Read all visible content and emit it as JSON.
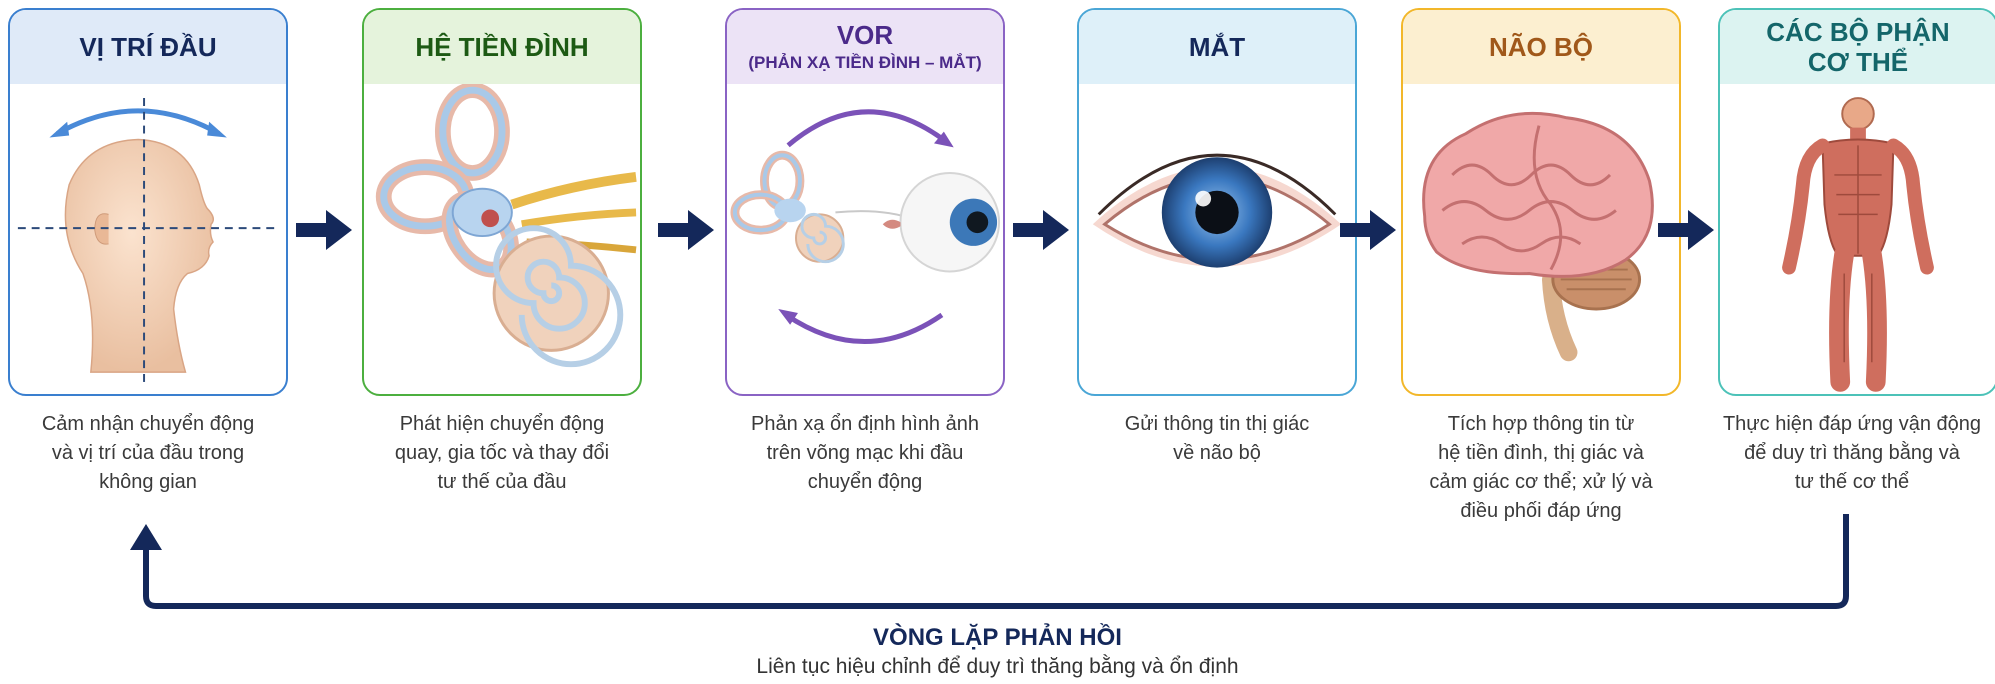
{
  "stages": [
    {
      "title": "VỊ TRÍ ĐẦU",
      "subtitle": "",
      "lines": [
        "Cảm nhận chuyển động",
        "và vị trí của đầu trong",
        "không gian"
      ],
      "image_icon": "head-profile-icon",
      "color": "#3a7fcf",
      "head_bg": "#dfeaf8",
      "title_color": "#14285a"
    },
    {
      "title": "HỆ TIỀN ĐÌNH",
      "subtitle": "",
      "lines": [
        "Phát hiện chuyển động",
        "quay, gia tốc và thay đổi",
        "tư thế của đầu"
      ],
      "image_icon": "vestibular-system-icon",
      "color": "#4caf3f",
      "head_bg": "#e5f3dc",
      "title_color": "#1d5a14"
    },
    {
      "title": "VOR",
      "subtitle": "(PHẢN XẠ TIỀN ĐÌNH – MẮT)",
      "lines": [
        "Phản xạ ổn định hình ảnh",
        "trên võng mạc khi đầu",
        "chuyển động"
      ],
      "image_icon": "vor-reflex-icon",
      "color": "#8a63c4",
      "head_bg": "#ece3f6",
      "title_color": "#4b2a8a"
    },
    {
      "title": "MẮT",
      "subtitle": "",
      "lines": [
        "Gửi thông tin thị giác",
        "về não bộ"
      ],
      "image_icon": "eye-icon",
      "color": "#4aa6d6",
      "head_bg": "#def0f9",
      "title_color": "#14285a"
    },
    {
      "title": "NÃO BỘ",
      "subtitle": "",
      "lines": [
        "Tích hợp thông tin từ",
        "hệ tiền đình, thị giác và",
        "cảm giác cơ thể; xử lý và",
        "điều phối đáp ứng"
      ],
      "image_icon": "brain-icon",
      "color": "#f2b72a",
      "head_bg": "#fcefd0",
      "title_color": "#a0581a"
    },
    {
      "title": "CÁC BỘ PHẬN",
      "subtitle": "CƠ THỂ",
      "lines": [
        "Thực hiện đáp ứng vận động",
        "để duy trì thăng bằng và",
        "tư thế cơ thể"
      ],
      "image_icon": "body-muscles-icon",
      "color": "#4cc2b8",
      "head_bg": "#dcf3f1",
      "title_color": "#14666a"
    }
  ],
  "feedback": {
    "title": "VÒNG LẶP PHẢN HỒI",
    "subtitle": "Liên tục hiệu chỉnh để duy trì thăng bằng và ổn định"
  },
  "arrow_color": "#14285a"
}
